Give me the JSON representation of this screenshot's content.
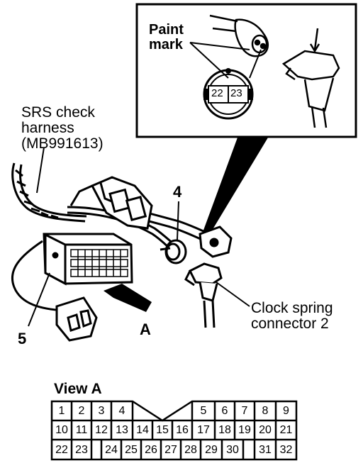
{
  "labels": {
    "srs_harness": [
      "SRS check",
      "harness",
      "(MB991613)"
    ],
    "paint_mark": [
      "Paint",
      "mark"
    ],
    "clock_spring": [
      "Clock spring",
      "connector 2"
    ],
    "callout_4": "4",
    "callout_5": "5",
    "callout_a": "A",
    "inset_pins": [
      "22",
      "23"
    ]
  },
  "view_a": {
    "title": "View  A",
    "rows": [
      [
        "1",
        "2",
        "3",
        "4",
        "",
        "",
        "",
        "5",
        "6",
        "7",
        "8",
        "9"
      ],
      [
        "10",
        "11",
        "12",
        "13",
        "14",
        "15",
        "16",
        "17",
        "18",
        "19",
        "20",
        "21"
      ],
      [
        "22",
        "23",
        "",
        "24",
        "25",
        "26",
        "27",
        "28",
        "29",
        "30",
        "",
        "31",
        "32"
      ]
    ]
  }
}
